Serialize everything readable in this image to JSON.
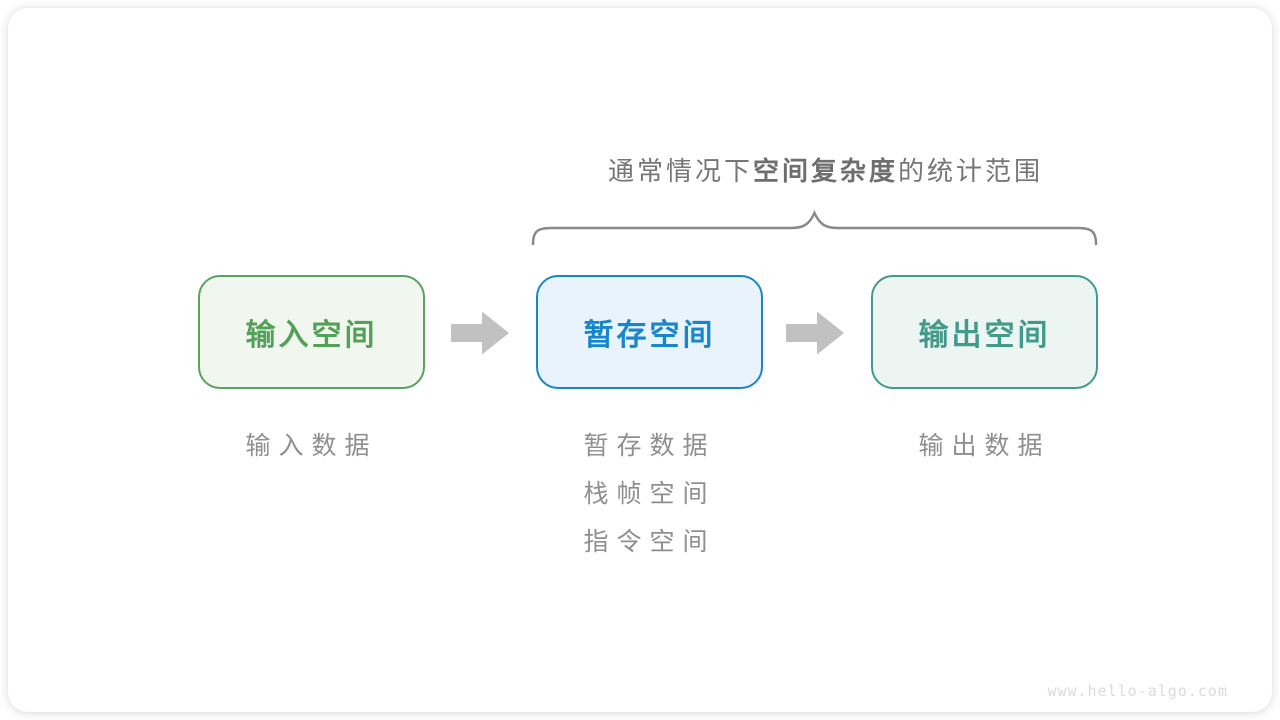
{
  "title": {
    "prefix": "通常情况下",
    "emphasis": "空间复杂度",
    "suffix": "的统计范围"
  },
  "boxes": {
    "input": {
      "label": "输入空间"
    },
    "temp": {
      "label": "暂存空间"
    },
    "output": {
      "label": "输出空间"
    }
  },
  "notes": {
    "input": "输入数据",
    "temp": [
      "暂存数据",
      "栈帧空间",
      "指令空间"
    ],
    "output": "输出数据"
  },
  "watermark": "www.hello-algo.com",
  "colors": {
    "input_border": "#5aa25d",
    "input_bg": "#f1f7ef",
    "input_text": "#53a158",
    "temp_border": "#1886ca",
    "temp_bg": "#e9f3fb",
    "temp_text": "#1886ca",
    "output_border": "#429a8b",
    "output_bg": "#edf5f2",
    "output_text": "#429a8b",
    "arrow": "#c1c1c1",
    "brace": "#8a8a8a",
    "title_text": "#767676",
    "note_text": "#8f8f8f",
    "watermark": "#dbdbdb"
  }
}
